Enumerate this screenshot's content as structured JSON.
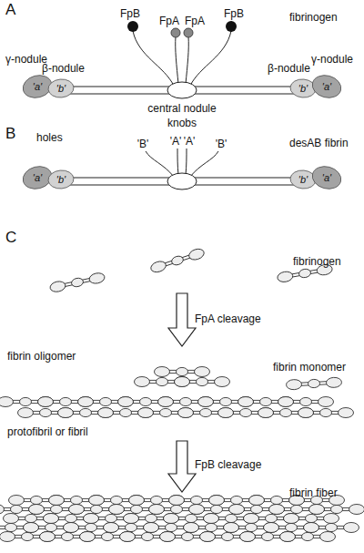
{
  "diagram": {
    "nodes": [
      {
        "text": [
          "'a'"
        ]
      },
      {
        "text": [
          "'b'"
        ]
      },
      {
        "text": [
          "'b'"
        ]
      },
      {
        "text": [
          "'a'"
        ]
      },
      {
        "text": [
          "'a'"
        ]
      },
      {
        "text": [
          "'b'"
        ]
      },
      {
        "text": [
          "'b'"
        ]
      },
      {
        "text": [
          "'a'"
        ]
      }
    ],
    "labels": [
      "A",
      "fibrinogen",
      "FpB",
      "FpA",
      "FpA",
      "FpB",
      "γ-nodule",
      "β-nodule",
      "central nodule",
      "β-nodule",
      "γ-nodule",
      "B",
      "desAB fibrin",
      "holes",
      "knobs",
      "'B'",
      "'A'",
      "'A'",
      "'B'",
      "C",
      "fibrinogen",
      "FpA cleavage",
      "fibrin oligomer",
      "fibrin monomer",
      "protofibril or fibril",
      "FpB cleavage",
      "fibrin fiber"
    ]
  }
}
